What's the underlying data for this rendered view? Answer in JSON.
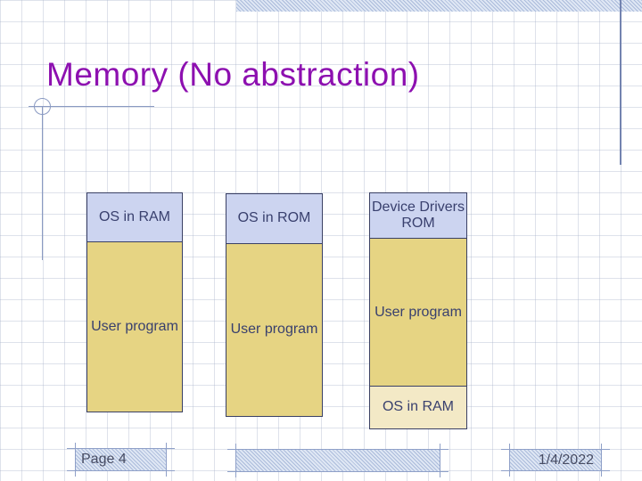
{
  "slide": {
    "title": "Memory (No abstraction)",
    "footer": {
      "page_label": "Page 4",
      "date": "1/4/2022"
    }
  },
  "diagram": {
    "description": "Three memory-layout variants with no abstraction",
    "columns": [
      {
        "sections": [
          {
            "label": "OS in RAM",
            "kind": "os"
          },
          {
            "label": "User program",
            "kind": "user"
          }
        ]
      },
      {
        "sections": [
          {
            "label": "OS in ROM",
            "kind": "os"
          },
          {
            "label": "User program",
            "kind": "user"
          }
        ]
      },
      {
        "sections": [
          {
            "label": "Device Drivers ROM",
            "kind": "os"
          },
          {
            "label": "User program",
            "kind": "user"
          },
          {
            "label": "OS in RAM",
            "kind": "cream"
          }
        ]
      }
    ]
  },
  "colors": {
    "title_purple": "#8d10b0",
    "os_section_blue": "#ccd4f0",
    "user_section_yellow": "#e6d483",
    "os_ram_cream": "#f3e9c6",
    "box_border_navy": "#3a4064",
    "box_text_navy": "#39406e",
    "template_line_blue": "#8a9ac2",
    "footer_text": "#474c63"
  }
}
